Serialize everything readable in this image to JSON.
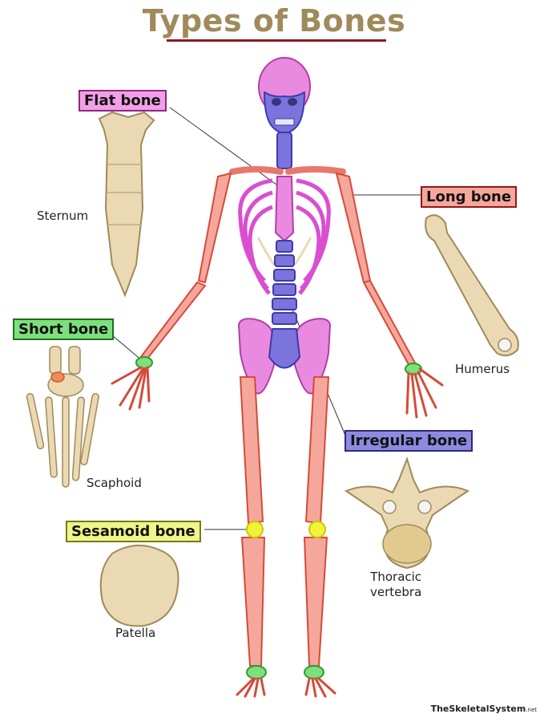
{
  "title": "Types of Bones",
  "labels": {
    "flat": "Flat bone",
    "long": "Long bone",
    "short": "Short bone",
    "irregular": "Irregular bone",
    "sesamoid": "Sesamoid bone"
  },
  "captions": {
    "sternum": "Sternum",
    "humerus": "Humerus",
    "scaphoid": "Scaphoid",
    "patella": "Patella",
    "thoracic_line1": "Thoracic",
    "thoracic_line2": "vertebra"
  },
  "credit": {
    "name": "TheSkeletalSystem",
    "suffix": ".net"
  },
  "colors": {
    "title": "#a08a5b",
    "flat": "#f2a0e6",
    "long": "#f5a79b",
    "short": "#7de07d",
    "irregular": "#8f8ae0",
    "sesamoid": "#eef58a",
    "bone": "#ead9b3"
  }
}
